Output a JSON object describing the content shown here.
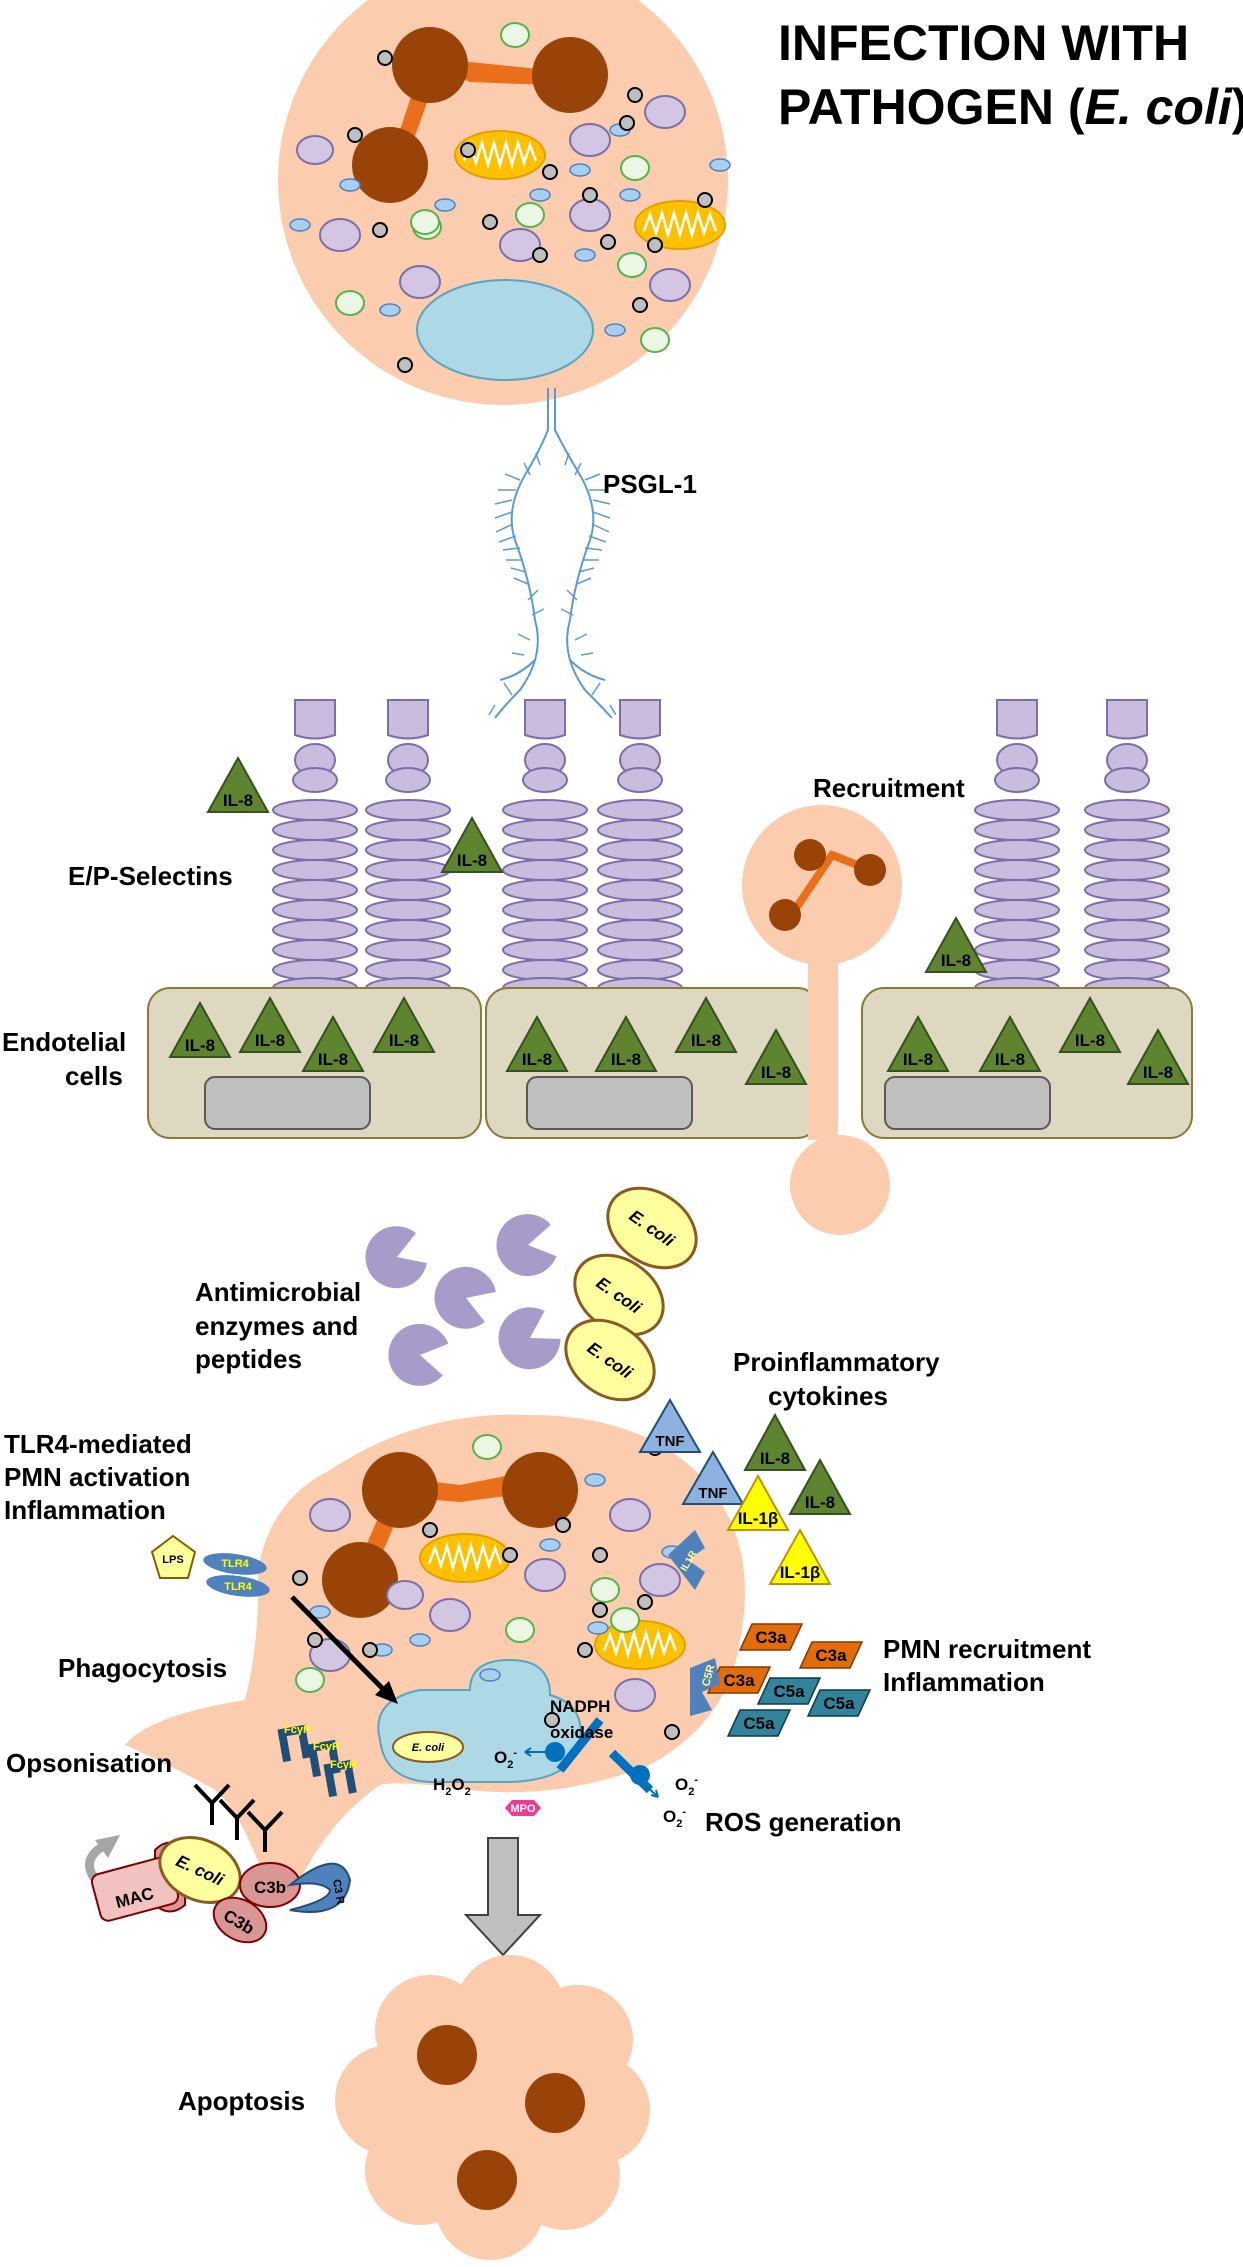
{
  "title": {
    "line1": "INFECTION WITH",
    "line2_prefix": "PATHOGEN (",
    "line2_italic": "E. coli",
    "line2_suffix": ")"
  },
  "labels": {
    "psgl1": "PSGL-1",
    "selectins": "E/P-Selectins",
    "recruitment": "Recruitment",
    "endothelial_1": "Endotelial",
    "endothelial_2": "cells",
    "antimicrobial_1": "Antimicrobial",
    "antimicrobial_2": "enzymes and",
    "antimicrobial_3": "peptides",
    "proinflammatory_1": "Proinflammatory",
    "proinflammatory_2": "cytokines",
    "tlr4_1": "TLR4-mediated",
    "tlr4_2": "PMN activation",
    "tlr4_3": "Inflammation",
    "phagocytosis": "Phagocytosis",
    "opsonisation": "Opsonisation",
    "pmn_recruit_1": "PMN recruitment",
    "pmn_recruit_2": "Inflammation",
    "ros": "ROS generation",
    "nadph_1": "NADPH",
    "nadph_2": "oxidase",
    "apoptosis": "Apoptosis"
  },
  "molecules": {
    "il8": "IL-8",
    "tnf": "TNF",
    "il1b": "IL-1β",
    "il1r": "IL1R",
    "ecoli": "E. coli",
    "lps": "LPS",
    "tlr4": "TLR4",
    "fcgr": "FcγR",
    "c3a": "C3a",
    "c5a": "C5a",
    "c5r": "C5R",
    "c3b": "C3b",
    "c3r": "C3 R",
    "mac": "MAC",
    "mpo": "MPO",
    "h2o2_base": "H",
    "h2o2_sub1": "2",
    "h2o2_mid": "O",
    "h2o2_sub2": "2",
    "o2_base": "O",
    "o2_sub": "2",
    "o2_sup": "-"
  },
  "colors": {
    "cell": "#FBCDAE",
    "nucleus": "#9A4308",
    "nuc_link": "#E96F1B",
    "granule_purple": "#D3C6E2",
    "granule_blue": "#A9CFF0",
    "granule_green": "#ECF6E5",
    "vacuole": "#ADD9E6",
    "selectin": "#C9BCDF",
    "endothelium": "#DDD8BF",
    "il8": "#5E8430",
    "tnf": "#8EB2E0",
    "il1b": "#FFFF00",
    "c3a": "#E36C0A",
    "c5a": "#31849B",
    "receptor_blue": "#4F81BD",
    "complement_red": "#D99694",
    "ecoli_fill": "#FFFFA0",
    "ecoli_stroke": "#8A5A1E",
    "mpo": "#EE3C96",
    "psgl": "#5B9BD5",
    "arrow_grey": "#BFBFBF"
  }
}
